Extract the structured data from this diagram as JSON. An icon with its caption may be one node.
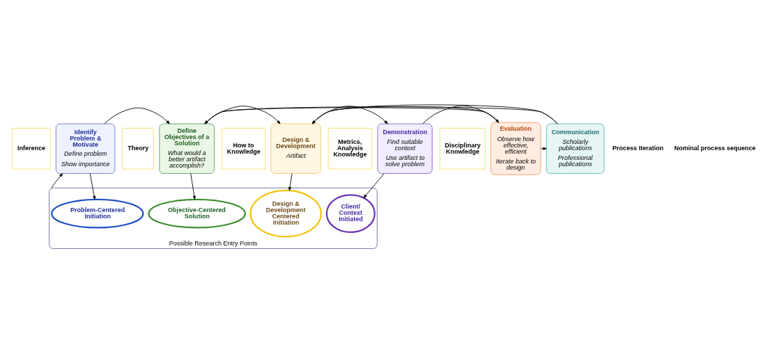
{
  "diagram": {
    "nodes": [
      {
        "text": [
          "Identify Problem & Motivate",
          "Define problem",
          "Show importance"
        ]
      },
      {
        "text": [
          "Inference"
        ]
      },
      {
        "text": [
          "Define Objectives of a Solution",
          "What would a better artifact accomplish?"
        ]
      },
      {
        "text": [
          "Theory"
        ]
      },
      {
        "text": [
          "Design & Development",
          "Artifact"
        ]
      },
      {
        "text": [
          "How to Knowledge"
        ]
      },
      {
        "text": [
          "Demonstration",
          "Find suitable context",
          "Use artifact to solve problem"
        ]
      },
      {
        "text": [
          "Metrics, Analysis Knowledge"
        ]
      },
      {
        "text": [
          "Evaluation",
          "Observe how effective, efficient",
          "Iterate back to design"
        ]
      },
      {
        "text": [
          "Disciplinary Knowledge"
        ]
      },
      {
        "text": [
          "Communication",
          "Scholarly publications",
          "Professional publications"
        ]
      },
      {
        "text": [
          "Possible Research Entry Points"
        ]
      },
      {
        "text": [
          "Problem-Centered Initiation"
        ],
        "in": 11
      },
      {
        "text": [
          "Objective-Centered Solution"
        ],
        "in": 11
      },
      {
        "text": [
          "Design & Development Centered Initiation"
        ],
        "in": 11
      },
      {
        "text": [
          "Client/ Context Initiated"
        ],
        "in": 11
      }
    ],
    "edges": [
      {
        "from": 0,
        "to": 2,
        "arrow": "to"
      },
      {
        "from": 2,
        "to": 4,
        "arrow": "to"
      },
      {
        "from": 4,
        "to": 6,
        "arrow": "to"
      },
      {
        "from": 6,
        "to": 8,
        "arrow": "to"
      },
      {
        "from": 8,
        "to": 10,
        "arrow": "to"
      },
      {
        "from": 8,
        "to": 2,
        "arrow": "to"
      },
      {
        "from": 8,
        "to": 4,
        "arrow": "to"
      },
      {
        "from": 10,
        "to": 2,
        "arrow": "to"
      },
      {
        "from": 10,
        "to": 4,
        "arrow": "to"
      },
      {
        "from": 0,
        "to": 12,
        "arrow": "to"
      },
      {
        "from": 2,
        "to": 13,
        "arrow": "to"
      },
      {
        "from": 4,
        "to": 14,
        "arrow": "to"
      },
      {
        "from": 6,
        "to": 15,
        "arrow": "to"
      },
      {
        "from": 11,
        "to": 0,
        "arrow": "to"
      }
    ],
    "labels": [
      "Process Iteration",
      "Nominal process sequence"
    ]
  }
}
